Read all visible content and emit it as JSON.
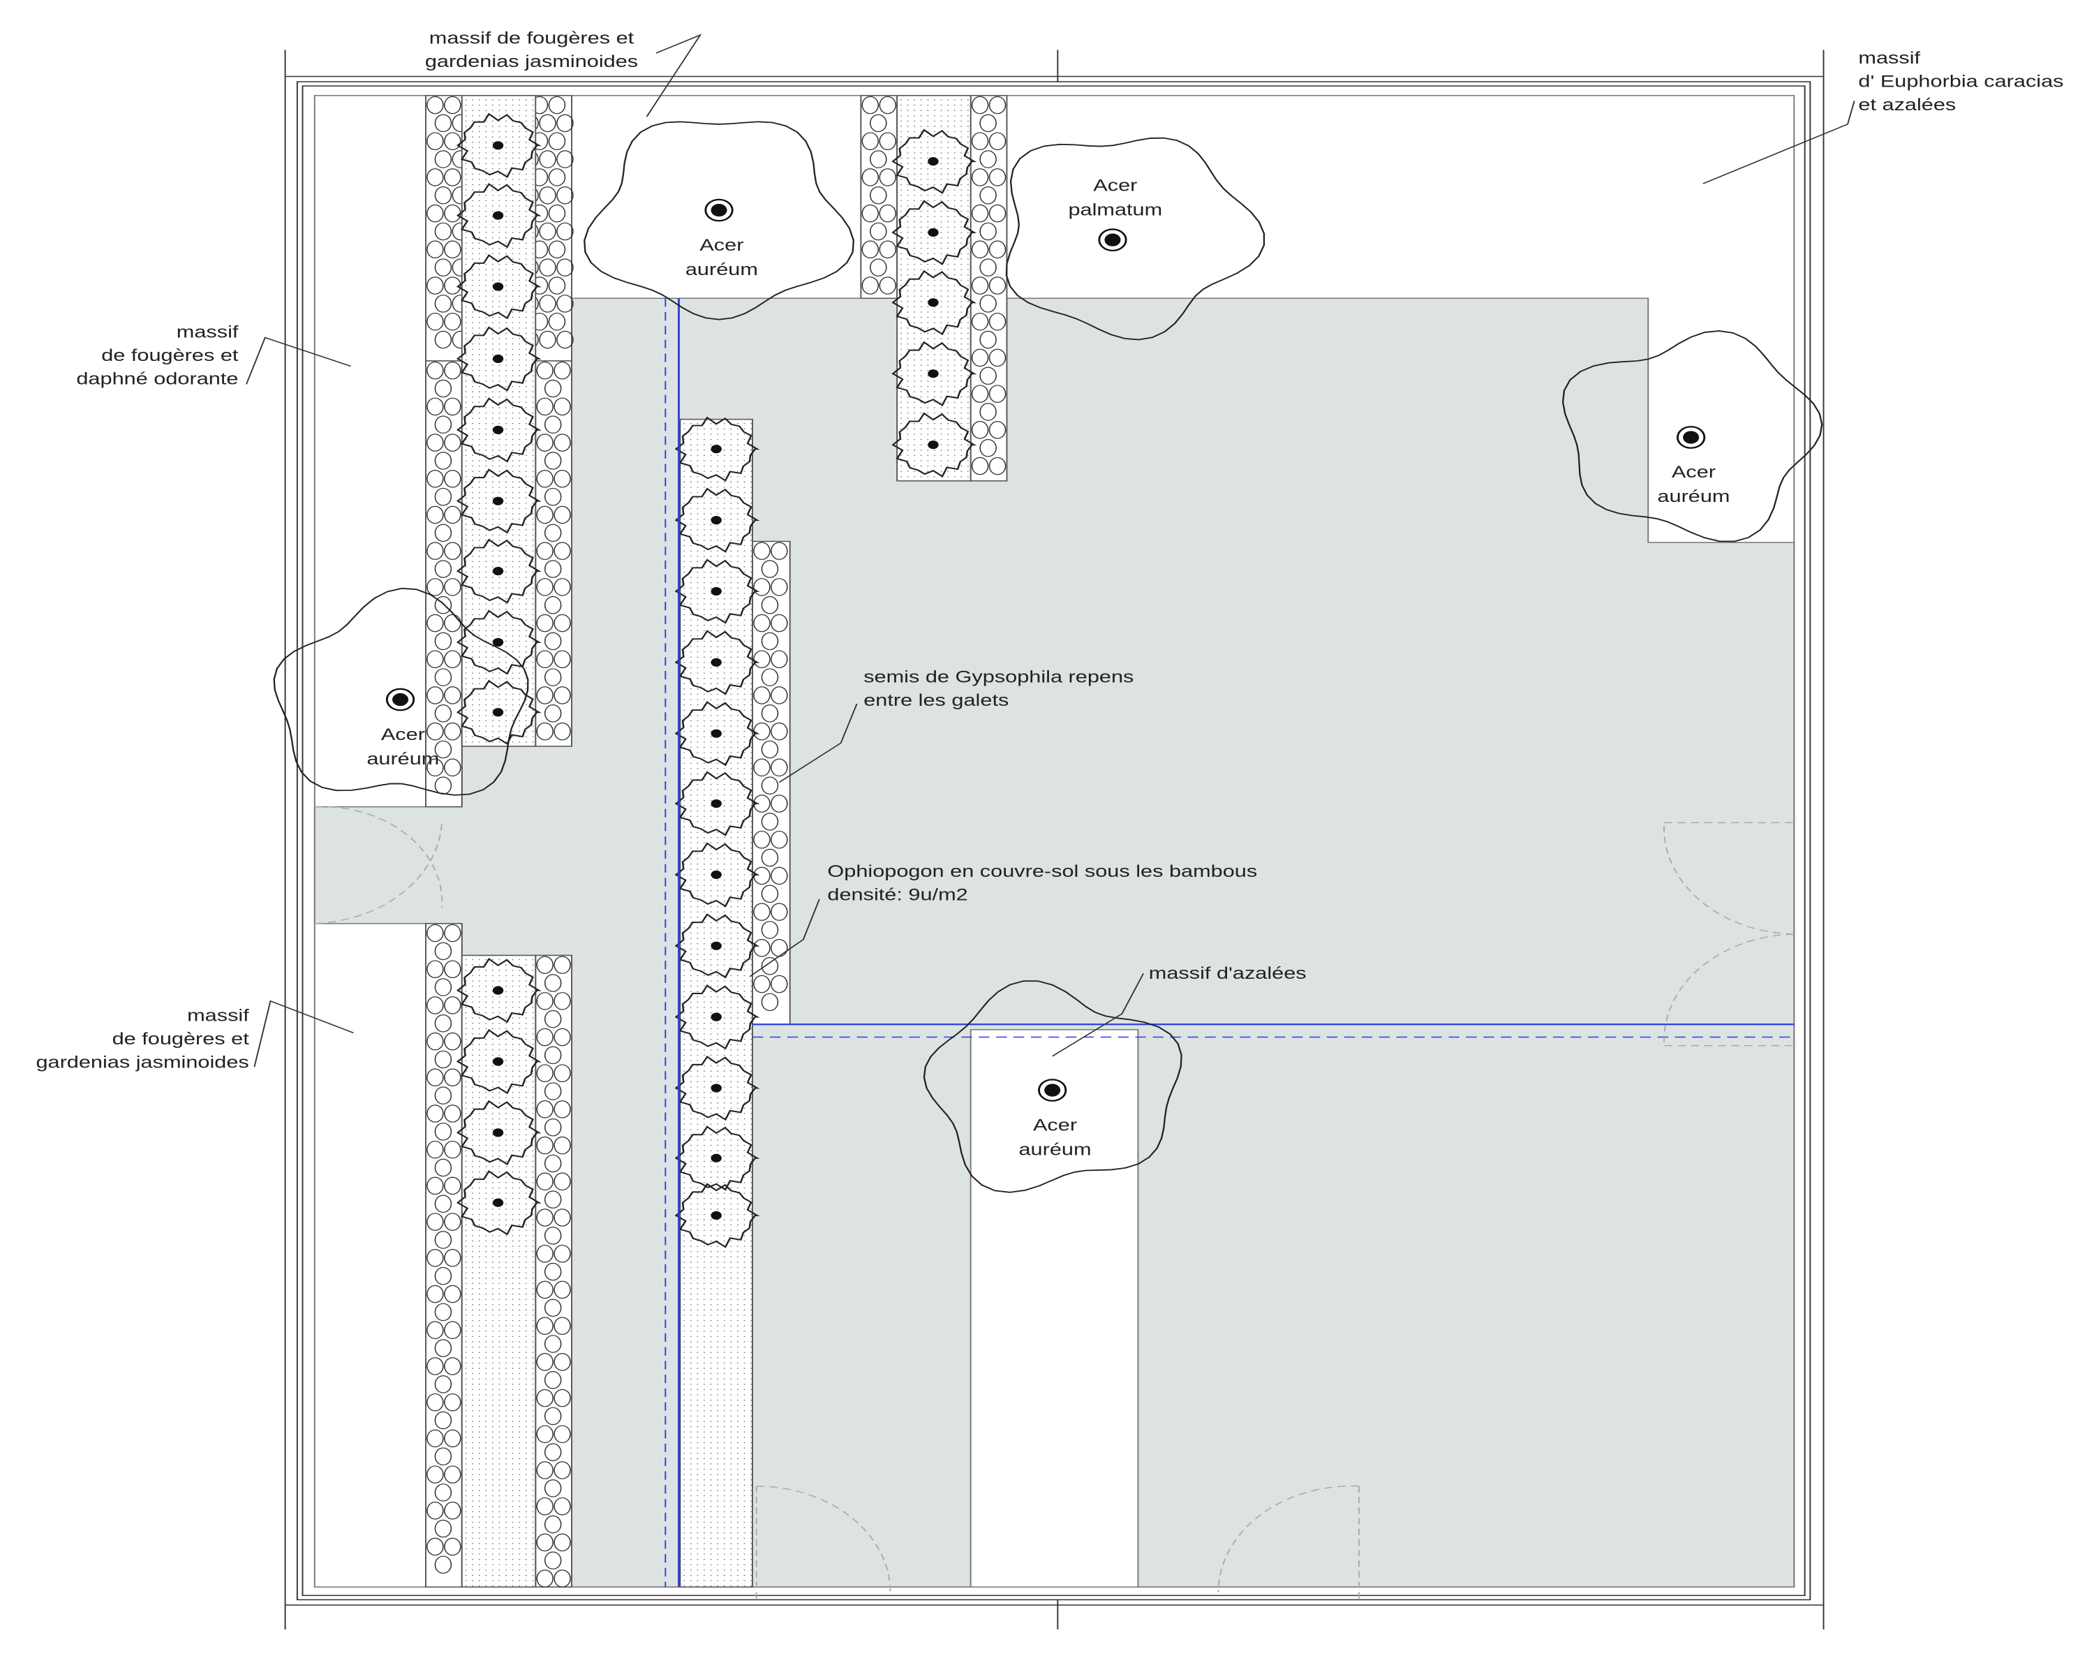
{
  "colors": {
    "paving": "#dde3e3",
    "blue": "#2b3fe0",
    "line": "#333333",
    "door": "#aaaaaa"
  },
  "annotations": {
    "top_massif": [
      "massif de fougères et",
      "gardenias jasminoides"
    ],
    "right_massif": [
      "massif",
      "d' Euphorbia caracias",
      "et azalées"
    ],
    "left_upper_massif": [
      "massif",
      "de fougères et",
      "daphné odorante"
    ],
    "left_lower_massif": [
      "massif",
      "de fougères et",
      "gardenias jasminoides"
    ],
    "gypsophila": [
      "semis de Gypsophila repens",
      "entre les galets"
    ],
    "ophiopogon": [
      "Ophiopogon en couvre-sol sous les bambous",
      "densité: 9u/m2"
    ],
    "azalees": [
      "massif d'azalées"
    ]
  },
  "trees": [
    {
      "name": [
        "Acer",
        "auréum"
      ]
    },
    {
      "name": [
        "Acer",
        "palmatum"
      ]
    },
    {
      "name": [
        "Acer",
        "auréum"
      ]
    },
    {
      "name": [
        "Acer",
        "auréum"
      ]
    },
    {
      "name": [
        "Acer",
        "auréum"
      ]
    }
  ]
}
